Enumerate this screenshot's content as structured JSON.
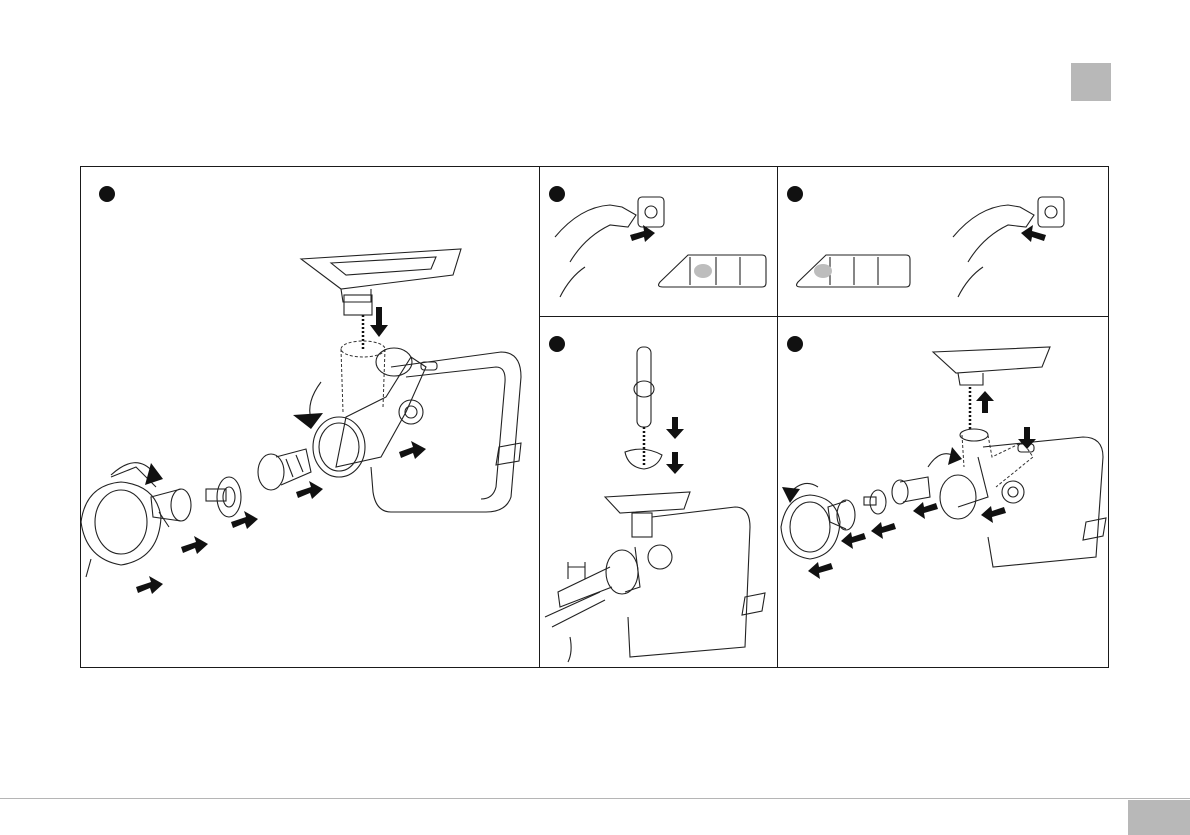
{
  "page": {
    "section_tab_color": "#b8b8b8",
    "footer_line_color": "#b5b5b5",
    "page_tab_color": "#b8b8b8"
  },
  "panels": [
    {
      "id": "assembly",
      "step_label": ""
    },
    {
      "id": "plug-in-on",
      "step_label": ""
    },
    {
      "id": "unplug-off",
      "step_label": ""
    },
    {
      "id": "sausage-filling",
      "step_label": ""
    },
    {
      "id": "disassembly",
      "step_label": ""
    }
  ],
  "icons": {
    "rotate": "curved-arrow-icon",
    "direction": "black-arrow-icon",
    "plug": "plug-socket-icon",
    "switch": "control-switch-icon"
  }
}
